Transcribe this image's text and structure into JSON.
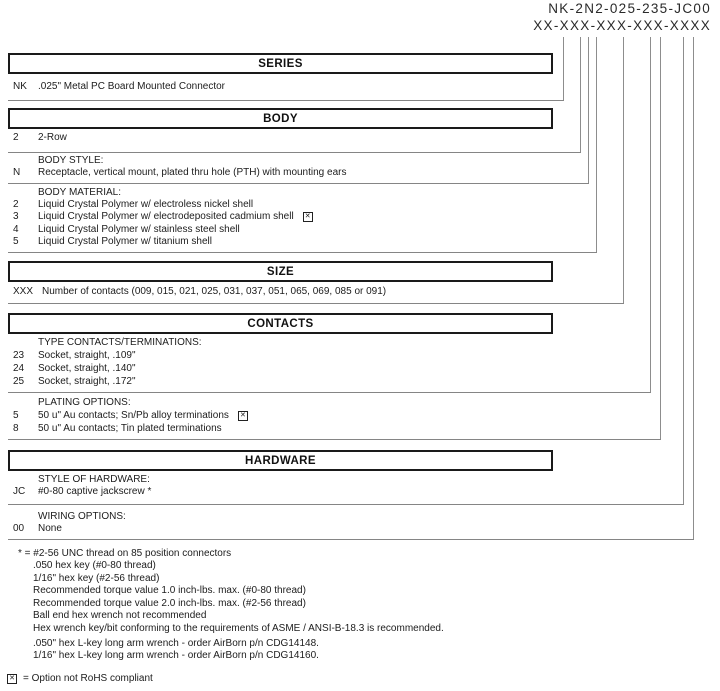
{
  "part_number": {
    "example": "NK-2N2-025-235-JC00",
    "mask": "XX-XXX-XXX-XXX-XXXX"
  },
  "sections": [
    {
      "title": "SERIES",
      "groups": [
        {
          "items": [
            {
              "code": "NK",
              "desc": ".025\" Metal PC Board Mounted Connector"
            }
          ]
        }
      ]
    },
    {
      "title": "BODY",
      "groups": [
        {
          "items": [
            {
              "code": "2",
              "desc": "2-Row"
            }
          ]
        },
        {
          "header": "BODY STYLE:",
          "items": [
            {
              "code": "N",
              "desc": "Receptacle, vertical mount, plated thru hole (PTH) with mounting ears"
            }
          ]
        },
        {
          "header": "BODY MATERIAL:",
          "items": [
            {
              "code": "2",
              "desc": "Liquid Crystal Polymer w/ electroless nickel shell"
            },
            {
              "code": "3",
              "desc": "Liquid Crystal Polymer w/ electrodeposited cadmium shell",
              "not_rohs": true
            },
            {
              "code": "4",
              "desc": "Liquid Crystal Polymer w/ stainless steel shell"
            },
            {
              "code": "5",
              "desc": "Liquid Crystal Polymer w/ titanium shell"
            }
          ]
        }
      ]
    },
    {
      "title": "SIZE",
      "groups": [
        {
          "items": [
            {
              "code": "XXX",
              "desc": "Number of contacts (009, 015, 021, 025, 031, 037, 051, 065, 069, 085 or 091)"
            }
          ]
        }
      ]
    },
    {
      "title": "CONTACTS",
      "groups": [
        {
          "header": "TYPE CONTACTS/TERMINATIONS:",
          "items": [
            {
              "code": "23",
              "desc": "Socket, straight, .109\""
            },
            {
              "code": "24",
              "desc": "Socket, straight, .140\""
            },
            {
              "code": "25",
              "desc": "Socket, straight, .172\""
            }
          ]
        },
        {
          "header": "PLATING OPTIONS:",
          "items": [
            {
              "code": "5",
              "desc": "50 u\" Au contacts; Sn/Pb alloy terminations",
              "not_rohs": true
            },
            {
              "code": "8",
              "desc": "50 u\" Au contacts; Tin plated terminations"
            }
          ]
        }
      ]
    },
    {
      "title": "HARDWARE",
      "groups": [
        {
          "header": "STYLE OF HARDWARE:",
          "items": [
            {
              "code": "JC",
              "desc": "#0-80 captive jackscrew *"
            }
          ]
        },
        {
          "header": "WIRING OPTIONS:",
          "items": [
            {
              "code": "00",
              "desc": "None"
            }
          ]
        }
      ]
    }
  ],
  "footnotes": {
    "lead": "* = #2-56 UNC thread on 85 position connectors",
    "lines": [
      ".050 hex key (#0-80 thread)",
      "1/16\" hex key (#2-56 thread)",
      "Recommended torque value 1.0 inch-lbs. max. (#0-80 thread)",
      "Recommended torque value 2.0 inch-lbs. max. (#2-56 thread)",
      "Ball end hex wrench not recommended",
      "Hex wrench key/bit conforming to the requirements of ASME / ANSI-B-18.3 is recommended.",
      ".050\" hex L-key long arm wrench - order AirBorn p/n CDG14148.",
      "1/16\" hex L-key long arm wrench - order AirBorn p/n CDG14160."
    ]
  },
  "legend": {
    "meaning": "= Option not RoHS compliant"
  },
  "colors": {
    "line": "#8d8d8d",
    "border": "#1a1a1a",
    "text": "#1c1c1c"
  }
}
